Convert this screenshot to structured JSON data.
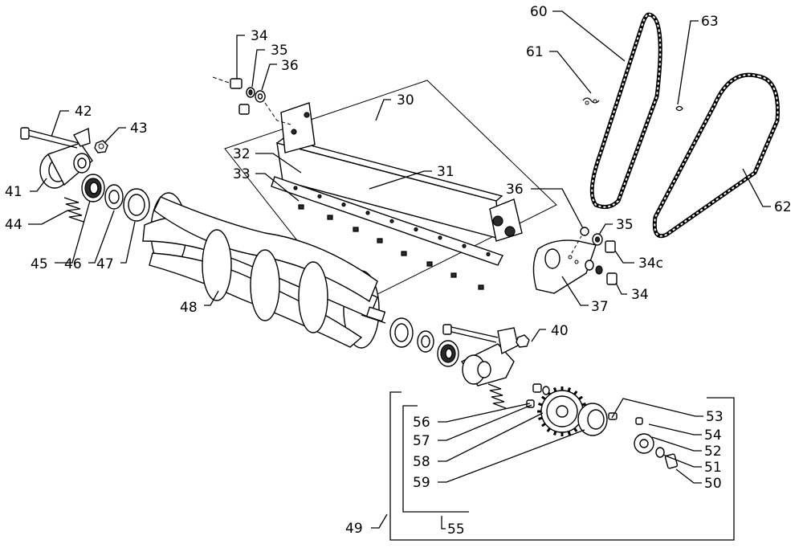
{
  "labels": {
    "l30": "30",
    "l31": "31",
    "l32": "32",
    "l33": "33",
    "l34a": "34",
    "l34b": "34",
    "l34c": "34c",
    "l35a": "35",
    "l35b": "35",
    "l36a": "36",
    "l36b": "36",
    "l37": "37",
    "l40": "40",
    "l41": "41",
    "l42": "42",
    "l43": "43",
    "l44": "44",
    "l45": "45",
    "l46": "46",
    "l47": "47",
    "l48": "48",
    "l49": "49",
    "l50": "50",
    "l51": "51",
    "l52": "52",
    "l53": "53",
    "l54": "54",
    "l55": "55",
    "l56": "56",
    "l57": "57",
    "l58": "58",
    "l59": "59",
    "l60": "60",
    "l61": "61",
    "l62": "62",
    "l63": "63"
  }
}
